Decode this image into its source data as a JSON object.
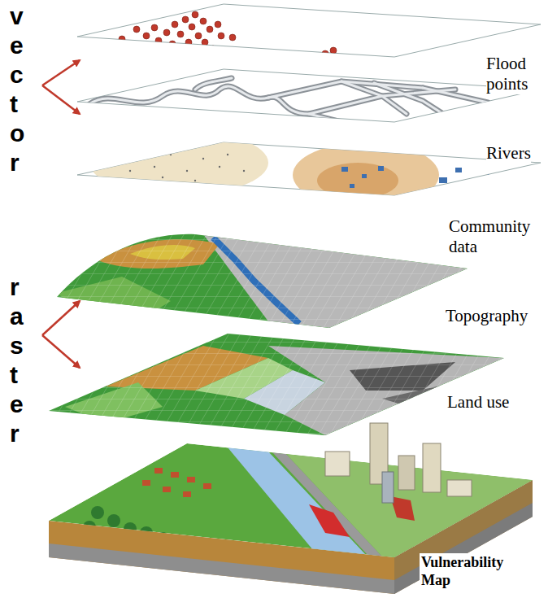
{
  "diagram": {
    "labels": [
      "vector",
      "raster",
      "Flood points",
      "Rivers",
      "Community data",
      "Topography",
      "Land use",
      "Vulnerability Map"
    ]
  }
}
